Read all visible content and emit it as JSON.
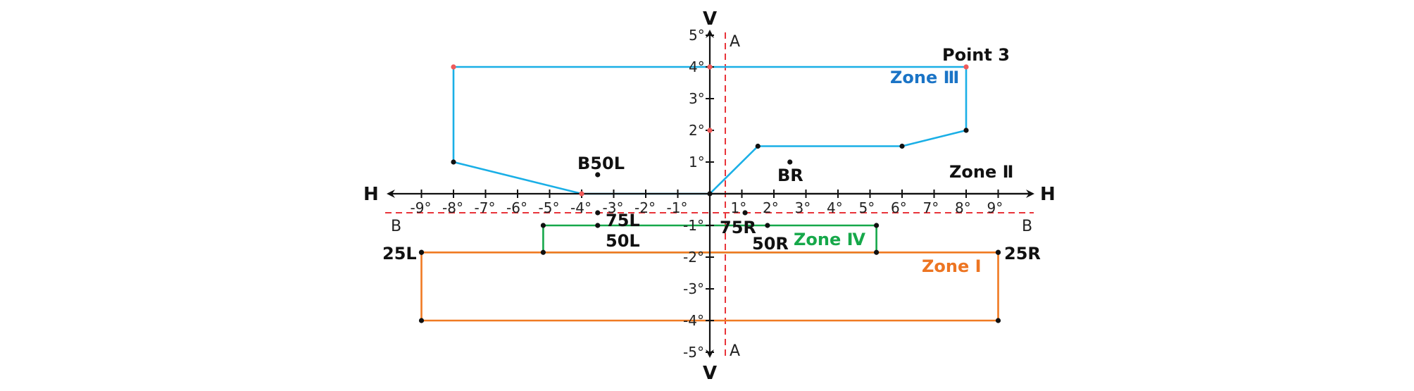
{
  "axes": {
    "horizontal_label": "H",
    "vertical_label": "V",
    "h_range": [
      -10,
      10
    ],
    "v_range": [
      -5,
      5
    ],
    "x_tick_labels": [
      {
        "value": -9,
        "text": "-9°"
      },
      {
        "value": -8,
        "text": "-8°"
      },
      {
        "value": -7,
        "text": "-7°"
      },
      {
        "value": -6,
        "text": "-6°"
      },
      {
        "value": -5,
        "text": "-5°"
      },
      {
        "value": -4,
        "text": "-4°"
      },
      {
        "value": -3,
        "text": "-3°"
      },
      {
        "value": -2,
        "text": "-2°"
      },
      {
        "value": -1,
        "text": "-1°"
      },
      {
        "value": 1,
        "text": "1°"
      },
      {
        "value": 2,
        "text": "2°"
      },
      {
        "value": 3,
        "text": "3°"
      },
      {
        "value": 4,
        "text": "4°"
      },
      {
        "value": 5,
        "text": "5°"
      },
      {
        "value": 6,
        "text": "6°"
      },
      {
        "value": 7,
        "text": "7°"
      },
      {
        "value": 8,
        "text": "8°"
      },
      {
        "value": 9,
        "text": "9°"
      }
    ],
    "y_tick_labels": [
      {
        "value": 5,
        "text": "5°"
      },
      {
        "value": 4,
        "text": "4°"
      },
      {
        "value": 3,
        "text": "3°"
      },
      {
        "value": 2,
        "text": "2°"
      },
      {
        "value": 1,
        "text": "1°"
      },
      {
        "value": -1,
        "text": "-1°"
      },
      {
        "value": -2,
        "text": "-2°"
      },
      {
        "value": -3,
        "text": "-3°"
      },
      {
        "value": -4,
        "text": "-4°"
      },
      {
        "value": -5,
        "text": "-5°"
      }
    ]
  },
  "reference_lines": {
    "vertical": {
      "label": "A",
      "h": 0.5
    },
    "horizontal": {
      "label": "B",
      "v": -0.6
    }
  },
  "zones": [
    {
      "label": "Zone Ⅲ",
      "color": "#1aafe6",
      "label_color": "#1b74c6",
      "closed": false,
      "points": [
        [
          0,
          0
        ],
        [
          -4,
          0
        ],
        [
          -8,
          1
        ],
        [
          -8,
          4
        ],
        [
          8,
          4
        ],
        [
          8,
          2
        ],
        [
          6,
          1.5
        ],
        [
          1.5,
          1.5
        ],
        [
          0,
          0
        ]
      ],
      "markers_black": [
        [
          -8,
          1
        ],
        [
          8,
          2
        ],
        [
          6,
          1.5
        ],
        [
          1.5,
          1.5
        ],
        [
          0,
          0
        ]
      ],
      "markers_red": [
        [
          -8,
          4
        ],
        [
          0,
          4
        ],
        [
          8,
          4
        ],
        [
          -4,
          0
        ],
        [
          0,
          2
        ]
      ]
    },
    {
      "label": "Zone Ⅳ",
      "color": "#16a84a",
      "label_color": "#16a84a",
      "closed": true,
      "points": [
        [
          -5.2,
          -1
        ],
        [
          5.2,
          -1
        ],
        [
          5.2,
          -1.85
        ],
        [
          -5.2,
          -1.85
        ]
      ],
      "markers_black": [
        [
          -5.2,
          -1
        ],
        [
          5.2,
          -1
        ],
        [
          5.2,
          -1.85
        ],
        [
          -5.2,
          -1.85
        ]
      ],
      "markers_red": []
    },
    {
      "label": "Zone Ⅰ",
      "color": "#f07a22",
      "label_color": "#ed7522",
      "closed": true,
      "points": [
        [
          -9,
          -1.85
        ],
        [
          9,
          -1.85
        ],
        [
          9,
          -4
        ],
        [
          -9,
          -4
        ]
      ],
      "markers_black": [
        [
          -9,
          -1.85
        ],
        [
          9,
          -1.85
        ],
        [
          9,
          -4
        ],
        [
          -9,
          -4
        ]
      ],
      "markers_red": []
    }
  ],
  "zone_II_label": "Zone Ⅱ",
  "points": [
    {
      "name": "Point 3",
      "h": 8,
      "v": 4
    },
    {
      "name": "B50L",
      "h": -3.5,
      "v": 0.6
    },
    {
      "name": "BR",
      "h": 2.5,
      "v": 1
    },
    {
      "name": "75L",
      "h": -3.5,
      "v": -0.6
    },
    {
      "name": "50L",
      "h": -3.5,
      "v": -1
    },
    {
      "name": "75R",
      "h": 1.1,
      "v": -0.6
    },
    {
      "name": "50R",
      "h": 1.8,
      "v": -1
    },
    {
      "name": "25L",
      "h": -9,
      "v": -1.85
    },
    {
      "name": "25R",
      "h": 9,
      "v": -1.85
    }
  ],
  "labels": {
    "point_3": "Point 3",
    "b50l": "B50L",
    "br": "BR",
    "l75": "75L",
    "l50": "50L",
    "r75": "75R",
    "r50": "50R",
    "l25": "25L",
    "r25": "25R",
    "zone_i": "Zone Ⅰ",
    "zone_ii": "Zone Ⅱ",
    "zone_iii": "Zone Ⅲ",
    "zone_iv": "Zone Ⅳ",
    "h_left": "H",
    "h_right": "H",
    "v_top": "V",
    "v_bottom": "V",
    "a_top": "A",
    "a_bottom": "A",
    "b_left": "B",
    "b_right": "B"
  },
  "colors": {
    "axis": "#111111",
    "reference_line": "#e8343a",
    "red_marker": "#ef5a5a",
    "black_marker": "#111111"
  }
}
